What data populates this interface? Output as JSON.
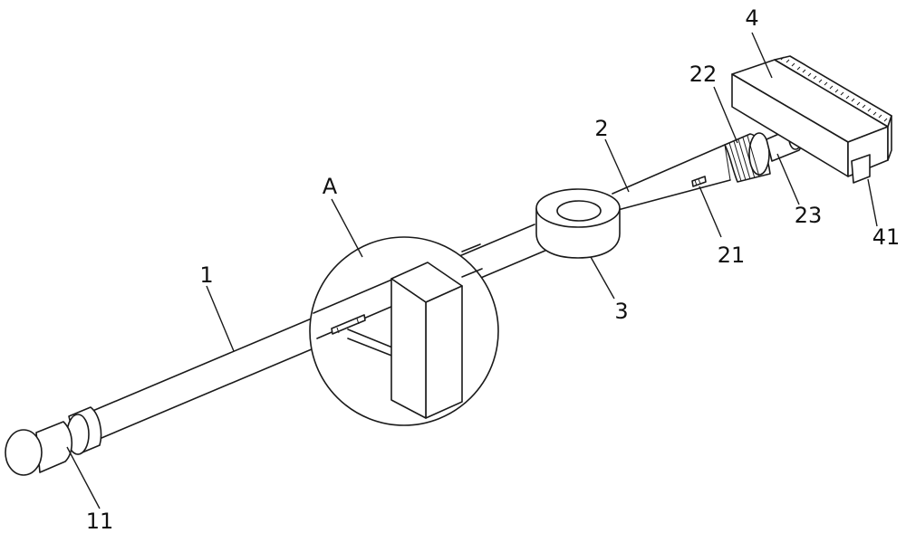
{
  "labels": {
    "main_rod": "1",
    "end_cap": "11",
    "extension_rod": "2",
    "slot": "21",
    "knurled_collar": "22",
    "neck": "23",
    "ring_housing": "3",
    "brush_head": "4",
    "bristle_strip": "41",
    "detail": "A"
  }
}
